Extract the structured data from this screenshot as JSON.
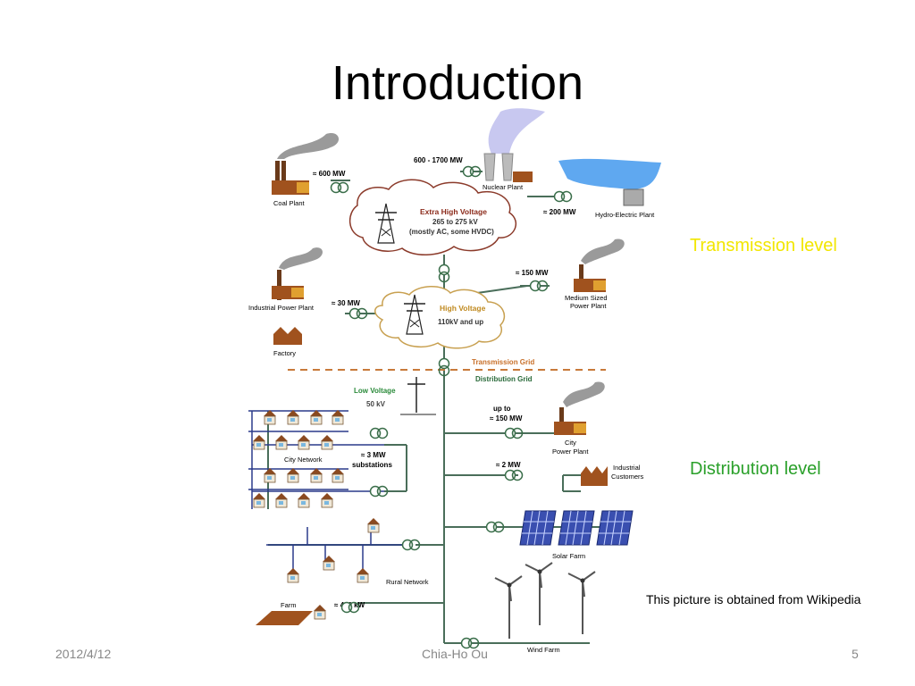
{
  "slide": {
    "title": "Introduction",
    "annotations": {
      "transmission": "Transmission level",
      "distribution": "Distribution level",
      "source": "This picture is obtained from Wikipedia"
    },
    "footer": {
      "date": "2012/4/12",
      "author": "Chia-Ho Ou",
      "page": "5"
    },
    "colors": {
      "transmission": "#f2e600",
      "distribution": "#2aa02a",
      "grid_line": "#4a6e5a",
      "grid_divider": "#c87a3a"
    }
  },
  "diagram": {
    "coal_plant": {
      "label": "Coal Plant",
      "power": "≈ 600  MW"
    },
    "nuclear_plant": {
      "label": "Nuclear Plant",
      "power": "600 - 1700  MW"
    },
    "hydro_plant": {
      "label": "Hydro-Electric Plant",
      "power": "≈ 200  MW"
    },
    "extra_high_voltage": {
      "title": "Extra High Voltage",
      "range": "265 to 275 kV",
      "note": "(mostly AC, some HVDC)"
    },
    "industrial_power_plant": {
      "label": "Industrial Power Plant",
      "power": "≈ 30 MW"
    },
    "factory": {
      "label": "Factory"
    },
    "medium_plant": {
      "label_line1": "Medium Sized",
      "label_line2": "Power Plant",
      "power": "≈ 150  MW"
    },
    "high_voltage": {
      "title": "High Voltage",
      "range": "110kV and up"
    },
    "transmission_grid": "Transmission Grid",
    "distribution_grid": "Distribution Grid",
    "low_voltage": {
      "title": "Low Voltage",
      "value": "50 kV"
    },
    "city_network": "City Network",
    "substations": {
      "line1": "≈ 3  MW",
      "line2": "substations"
    },
    "city_power_plant": {
      "power_line1": "up to",
      "power_line2": "≈ 150  MW",
      "label_line1": "City",
      "label_line2": "Power Plant"
    },
    "industrial_customers": {
      "label_line1": "Industrial",
      "label_line2": "Customers",
      "power": "≈ 2  MW"
    },
    "solar_farm": "Solar Farm",
    "rural_network": "Rural Network",
    "farm": {
      "label": "Farm",
      "power": "≈ 400 kW"
    },
    "wind_farm": "Wind Farm"
  }
}
